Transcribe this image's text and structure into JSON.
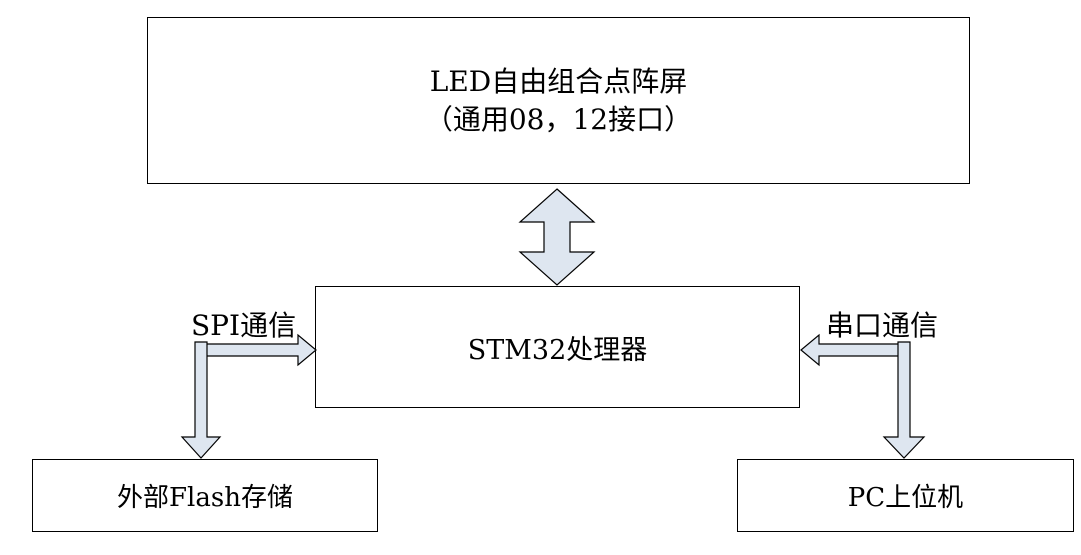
{
  "diagram": {
    "led_panel": {
      "line1": "LED自由组合点阵屏",
      "line2": "（通用08，12接口）"
    },
    "processor": {
      "label": "STM32处理器"
    },
    "flash": {
      "label": "外部Flash存储"
    },
    "pc": {
      "label": "PC上位机"
    },
    "links": {
      "spi_label": "SPI通信",
      "uart_label": "串口通信"
    },
    "colors": {
      "arrow_fill": "#dee6f0",
      "stroke": "#000000"
    }
  }
}
